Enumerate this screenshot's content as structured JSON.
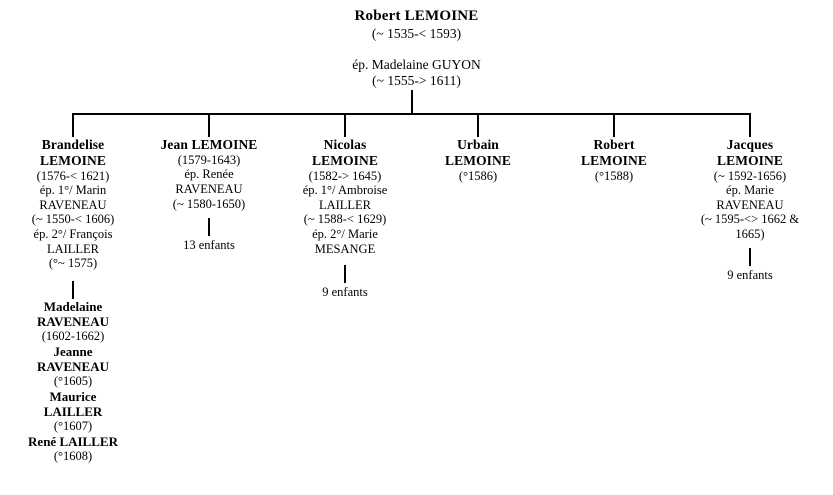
{
  "diagram": {
    "type": "genealogy-tree",
    "title": "Robert LEMOINE family tree",
    "background_color": "#ffffff",
    "line_color": "#000000",
    "text_color": "#000000"
  },
  "root": {
    "name": "Robert LEMOINE",
    "dates": "(~ 1535-< 1593)",
    "spouse_name": "ép. Madelaine GUYON",
    "spouse_dates": "(~ 1555-> 1611)"
  },
  "children": [
    {
      "name_line1": "Brandelise",
      "name_line2": "LEMOINE",
      "dates": "(1576-< 1621)",
      "spouse_lines": [
        "ép. 1°/ Marin",
        "RAVENEAU",
        "(~ 1550-< 1606)",
        "ép. 2°/ François",
        "LAILLER",
        "(°~ 1575)"
      ],
      "descendants": [
        {
          "name_line1": "Madelaine",
          "name_line2": "RAVENEAU",
          "dates": "(1602-1662)"
        },
        {
          "name_line1": "Jeanne",
          "name_line2": "RAVENEAU",
          "dates": "(°1605)"
        },
        {
          "name_line1": "Maurice",
          "name_line2": "LAILLER",
          "dates": "(°1607)"
        },
        {
          "name_line1": "René LAILLER",
          "name_line2": "",
          "dates": "(°1608)"
        }
      ]
    },
    {
      "name_line1": "Jean LEMOINE",
      "name_line2": "",
      "dates": "(1579-1643)",
      "spouse_lines": [
        "ép. Renée",
        "RAVENEAU",
        "(~ 1580-1650)"
      ],
      "enfants": "13 enfants"
    },
    {
      "name_line1": "Nicolas",
      "name_line2": "LEMOINE",
      "dates": "(1582-> 1645)",
      "spouse_lines": [
        "ép. 1°/ Ambroise",
        "LAILLER",
        "(~ 1588-< 1629)",
        "ép. 2°/ Marie",
        "MESANGE"
      ],
      "enfants": "9 enfants"
    },
    {
      "name_line1": "Urbain",
      "name_line2": "LEMOINE",
      "dates": "(°1586)",
      "spouse_lines": []
    },
    {
      "name_line1": "Robert",
      "name_line2": "LEMOINE",
      "dates": "(°1588)",
      "spouse_lines": []
    },
    {
      "name_line1": "Jacques",
      "name_line2": "LEMOINE",
      "dates": "(~ 1592-1656)",
      "spouse_lines": [
        "ép. Marie",
        "RAVENEAU",
        "(~ 1595-<> 1662 &",
        "1665)"
      ],
      "enfants": "9 enfants"
    }
  ]
}
